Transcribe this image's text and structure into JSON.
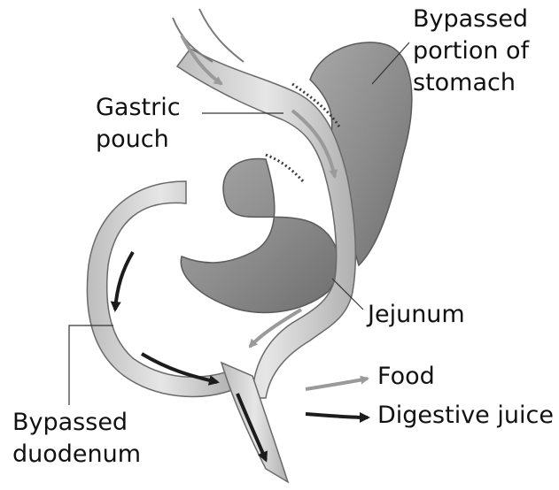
{
  "labels": {
    "bypassed_stomach": [
      "Bypassed",
      "portion of",
      "stomach"
    ],
    "gastric_pouch": [
      "Gastric",
      "pouch"
    ],
    "jejunum": "Jejunum",
    "bypassed_duodenum": [
      "Bypassed",
      "duodenum"
    ]
  },
  "legend": {
    "food": "Food",
    "digestive_juice": "Digestive juice"
  },
  "colors": {
    "food_arrow": "#9a9a9a",
    "digestive_juice_arrow": "#1c1c1c",
    "stomach_fill": "#8c8c8c",
    "intestine_fill": "#d4d4d4"
  }
}
